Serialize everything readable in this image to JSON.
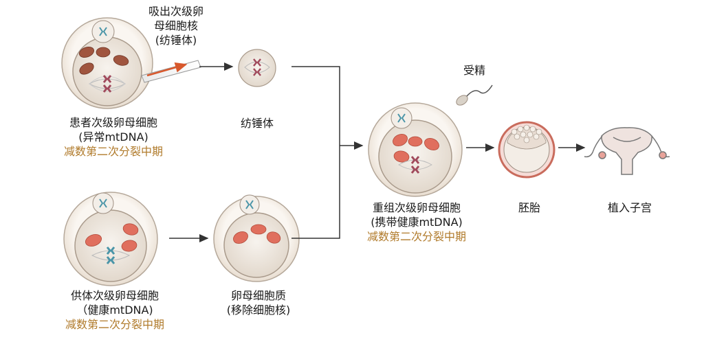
{
  "patient": {
    "name": "患者次级卵母细胞",
    "note": "(异常mtDNA)",
    "stage": "减数第二次分裂中期"
  },
  "aspirate": {
    "line1": "吸出次级卵",
    "line2": "母细胞核",
    "line3": "(纺锤体)"
  },
  "spindle": {
    "label": "纺锤体"
  },
  "donor": {
    "name": "供体次级卵母细胞",
    "note": "（健康mtDNA)",
    "stage": "减数第二次分裂中期"
  },
  "cytoplasm": {
    "name": "卵母细胞质",
    "note": "(移除细胞核)"
  },
  "fertilize": {
    "label": "受精"
  },
  "reconstructed": {
    "name": "重组次级卵母细胞",
    "note": "(携带健康mtDNA)",
    "stage": "减数第二次分裂中期"
  },
  "embryo": {
    "label": "胚胎"
  },
  "implant": {
    "label": "植入子宫"
  },
  "colors": {
    "abnormal_mito": "#a0553f",
    "healthy_mito": "#e06f5e",
    "stage_text": "#b07a2a",
    "spindle_red": "#a14a5c",
    "spindle_teal": "#4a95a8"
  }
}
